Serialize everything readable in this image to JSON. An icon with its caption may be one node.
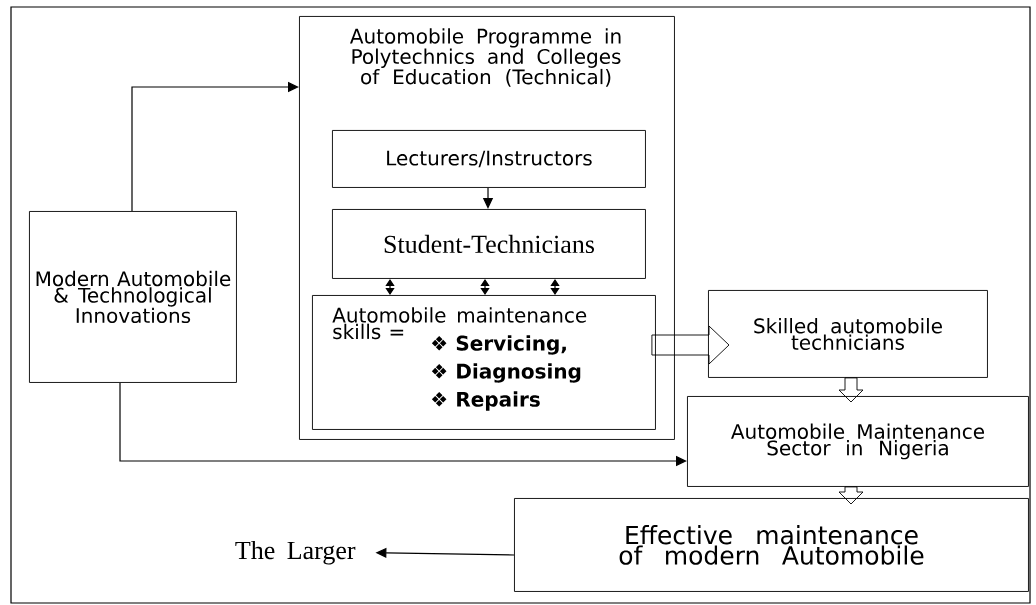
{
  "diagram": {
    "nodes": [
      {
        "text": [
          "Modern Automobile & Technological Innovations"
        ]
      },
      {
        "text": [
          "Automobile Programme in Polytechnics and Colleges of Education (Technical)"
        ]
      },
      {
        "text": [
          "Lecturers/Instructors"
        ],
        "in": 1
      },
      {
        "text": [
          "Student-Technicians"
        ],
        "in": 1
      },
      {
        "text": [
          "Automobile maintenance skills =",
          "❖ **Servicing,**",
          "❖ **Diagnosing**",
          "❖ **Repairs**"
        ],
        "in": 1
      },
      {
        "text": [
          "Skilled automobile technicians"
        ]
      },
      {
        "text": [
          "Automobile Maintenance Sector in Nigeria"
        ]
      },
      {
        "text": [
          "Effective maintenance of modern Automobile"
        ]
      },
      {
        "text": [
          "The Larger"
        ]
      }
    ],
    "edges": [
      {
        "from": 0,
        "to": 1,
        "arrow": "to"
      },
      {
        "from": 2,
        "to": 3,
        "arrow": "to"
      },
      {
        "from": 3,
        "to": 4,
        "arrow": "both"
      },
      {
        "from": 3,
        "to": 4,
        "arrow": "both"
      },
      {
        "from": 3,
        "to": 4,
        "arrow": "both"
      },
      {
        "from": 4,
        "to": 5,
        "arrow": "to",
        "style": "thick"
      },
      {
        "from": 5,
        "to": 6,
        "arrow": "to",
        "style": "thick"
      },
      {
        "from": 0,
        "to": 6,
        "arrow": "to"
      },
      {
        "from": 6,
        "to": 7,
        "arrow": "to",
        "style": "thick"
      },
      {
        "from": 7,
        "to": 8,
        "arrow": "to"
      }
    ]
  }
}
